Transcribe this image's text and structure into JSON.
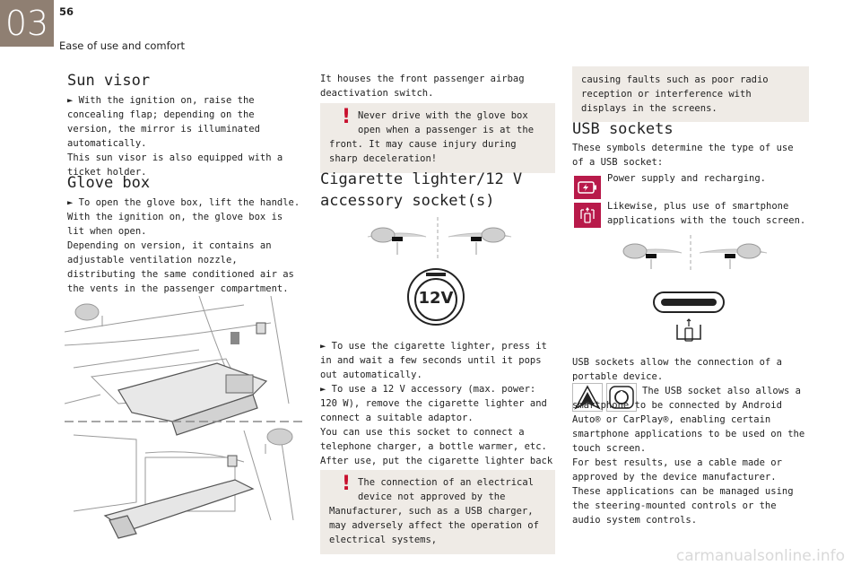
{
  "header": {
    "chapter_number": "03",
    "page_number": "56",
    "chapter_title": "Ease of use and comfort"
  },
  "col1": {
    "sun_visor_title": "Sun visor",
    "sun_visor_p1": "► With the ignition on, raise the concealing flap; depending on the version, the mirror is illuminated automatically.",
    "sun_visor_p2": "This sun visor is also equipped with a ticket holder.",
    "glove_box_title": "Glove box",
    "glove_box_p1": "► To open the glove box, lift the handle.",
    "glove_box_p2": "With the ignition on, the glove box is lit when open.",
    "glove_box_p3": "Depending on version, it contains an adjustable ventilation nozzle, distributing the same conditioned air as the vents in the passenger compartment."
  },
  "col2": {
    "airbag_text": "It houses the front passenger airbag deactivation switch.",
    "warning1": "Never drive with the glove box open when a passenger is at the front. It may cause injury during sharp deceleration!",
    "lighter_title": "Cigarette lighter/12 V accessory socket(s)",
    "socket_label": "12V",
    "lighter_p1": "► To use the cigarette lighter, press it in and wait a few seconds until it pops out automatically.",
    "lighter_p2": "► To use a 12 V accessory (max. power: 120 W), remove the cigarette lighter and connect a suitable adaptor.",
    "lighter_p3": "You can use this socket to connect a telephone charger, a bottle warmer, etc.",
    "lighter_p4": "After use, put the cigarette lighter back into place straight away.",
    "warning2": "The connection of an electrical device not approved by the Manufacturer, such as a USB charger, may adversely affect the operation of electrical systems,"
  },
  "col3": {
    "note_text": "causing faults such as poor radio reception or interference with displays in the screens.",
    "usb_title": "USB sockets",
    "usb_intro": "These symbols determine the type of use of a USB socket:",
    "usb_symbol1": "Power supply and recharging.",
    "usb_symbol2": "Likewise, plus use of smartphone applications with the touch screen.",
    "usb_p1": "USB sockets allow the connection of a portable device.",
    "usb_p2": "The USB socket also allows a smartphone to be connected by Android Auto® or CarPlay®, enabling certain smartphone applications to be used on the touch screen.",
    "usb_p3": "For best results, use a cable made or approved by the device manufacturer.",
    "usb_p4": "These applications can be managed using the steering-mounted controls or the audio system controls."
  },
  "footer": {
    "url": "carmanualsonline.info"
  },
  "icons": {
    "warning": "exclamation-icon",
    "usb_power": "battery-charging-icon",
    "usb_data": "smartphone-screen-icon",
    "android_auto": "android-auto-icon",
    "carplay": "carplay-icon"
  },
  "colors": {
    "chapter": "#8f7f72",
    "accent": "#b81a4a",
    "warning_mark": "#c8102e",
    "note_bg": "#efebe6"
  }
}
